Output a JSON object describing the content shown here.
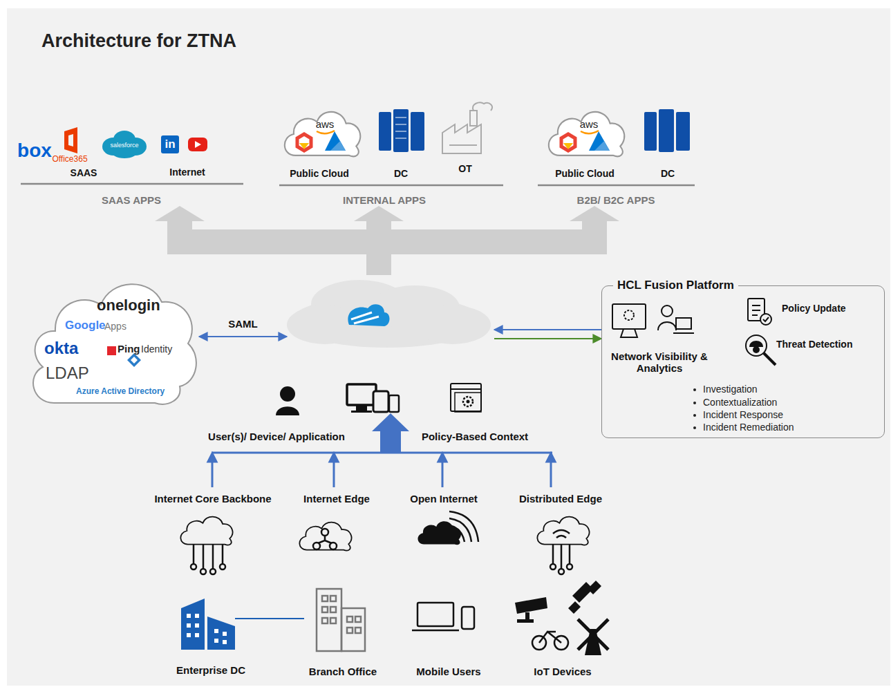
{
  "diagram": {
    "title": "Architecture for ZTNA",
    "nodes": [
      {
        "text": [
          "onelogin",
          "Google",
          "Apps",
          "okta",
          "Ping",
          "Identity",
          "LDAP",
          "Azure Active Directory"
        ]
      },
      {
        "text": []
      },
      {
        "text": [
          "HCL Fusion Platform",
          "Network Visibility & Analytics",
          "Policy Update",
          "Threat Detection",
          "Investigation",
          "Contextualization",
          "Incident Response",
          "Incident Remediation"
        ]
      }
    ],
    "edges": [
      {
        "from": 0,
        "to": 1,
        "label": "SAML",
        "arrow": "both"
      },
      {
        "from": 2,
        "to": 1,
        "arrow": "to"
      },
      {
        "from": 1,
        "to": 2,
        "arrow": "to"
      }
    ],
    "labels": [
      "box",
      "Office365",
      "salesforce",
      "in",
      "SAAS",
      "Internet",
      "SAAS APPS",
      "aws",
      "Public Cloud",
      "DC",
      "OT",
      "INTERNAL APPS",
      "aws",
      "Public Cloud",
      "DC",
      "B2B/ B2C APPS",
      "User(s)/ Device/ Application",
      "Policy-Based Context",
      "Internet Core Backbone",
      "Internet Edge",
      "Open Internet",
      "Distributed Edge",
      "Enterprise DC",
      "Branch Office",
      "Mobile Users",
      "IoT Devices"
    ]
  }
}
